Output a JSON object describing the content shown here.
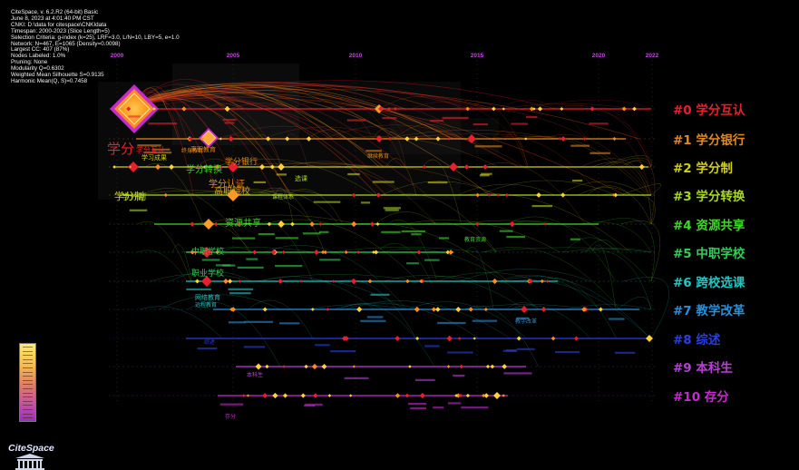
{
  "app": {
    "logo_text": "CiteSpace"
  },
  "info_lines": [
    "CiteSpace, v. 6.2.R2 (64-bit) Basic",
    "June 8, 2023 at 4:01:40 PM CST",
    "CNKI: D:\\data for citespace\\CNKIdata",
    "Timespan: 2000-2023 (Slice Length=5)",
    "Selection Criteria: g-index (k=25), LRF=3.0, L/N=10, LBY=5, e=1.0",
    "Network: N=467, E=1065 (Density=0.0098)",
    "Largest CC: 407 (87%)",
    "Nodes Labeled: 1.0%",
    "Pruning: None",
    "Modularity Q=0.6302",
    "Weighted Mean Silhouette S=0.9135",
    "Harmonic Mean(Q, S)=0.7458"
  ],
  "years": [
    "2000",
    "2005",
    "2010",
    "2015",
    "2020",
    "2022"
  ],
  "clusters": [
    {
      "label": "#0 学分互认",
      "color": "#e8202e"
    },
    {
      "label": "#1 学分银行",
      "color": "#e3891c"
    },
    {
      "label": "#2 学分制",
      "color": "#d1cf1a"
    },
    {
      "label": "#3 学分转换",
      "color": "#a6d81f"
    },
    {
      "label": "#4 资源共享",
      "color": "#3fd82a"
    },
    {
      "label": "#5 中职学校",
      "color": "#2fcf58"
    },
    {
      "label": "#6 跨校选课",
      "color": "#24c6c4"
    },
    {
      "label": "#7 教学改革",
      "color": "#2a8fd8"
    },
    {
      "label": "#8 综述",
      "color": "#2a3fe0"
    },
    {
      "label": "#9 本科生",
      "color": "#b93fd8"
    },
    {
      "label": "#10 存分",
      "color": "#c62ad0"
    }
  ],
  "node_labels": [
    {
      "text": "学分",
      "color": "#e8202e"
    },
    {
      "text": "学分制",
      "color": "#d1cf1a"
    },
    {
      "text": "学分认证",
      "color": "#e3891c"
    },
    {
      "text": "学分制",
      "color": "#a6d81f"
    },
    {
      "text": "高职院校",
      "color": "#d8a01a"
    },
    {
      "text": "学分转换",
      "color": "#3fd82a"
    },
    {
      "text": "学分银行",
      "color": "#e3891c"
    },
    {
      "text": "职业学校",
      "color": "#2fcf58"
    },
    {
      "text": "学分互认",
      "color": "#e8202e"
    },
    {
      "text": "高职教育",
      "color": "#e3891c"
    },
    {
      "text": "选课",
      "color": "#a6d81f"
    },
    {
      "text": "网络教育",
      "color": "#24c6c4"
    },
    {
      "text": "资源共享",
      "color": "#3fd82a"
    },
    {
      "text": "中职学校",
      "color": "#2fcf58"
    },
    {
      "text": "教学改革",
      "color": "#2a8fd8"
    },
    {
      "text": "综述",
      "color": "#2a3fe0"
    },
    {
      "text": "本科生",
      "color": "#b93fd8"
    },
    {
      "text": "存分",
      "color": "#c62ad0"
    },
    {
      "text": "学习成果",
      "color": "#d1cf1a"
    },
    {
      "text": "终身教育",
      "color": "#e3891c"
    },
    {
      "text": "远程教育",
      "color": "#24c6c4"
    },
    {
      "text": "继续教育",
      "color": "#e3891c"
    },
    {
      "text": "教育资源",
      "color": "#3fd82a"
    },
    {
      "text": "课程体系",
      "color": "#a6d81f"
    }
  ]
}
